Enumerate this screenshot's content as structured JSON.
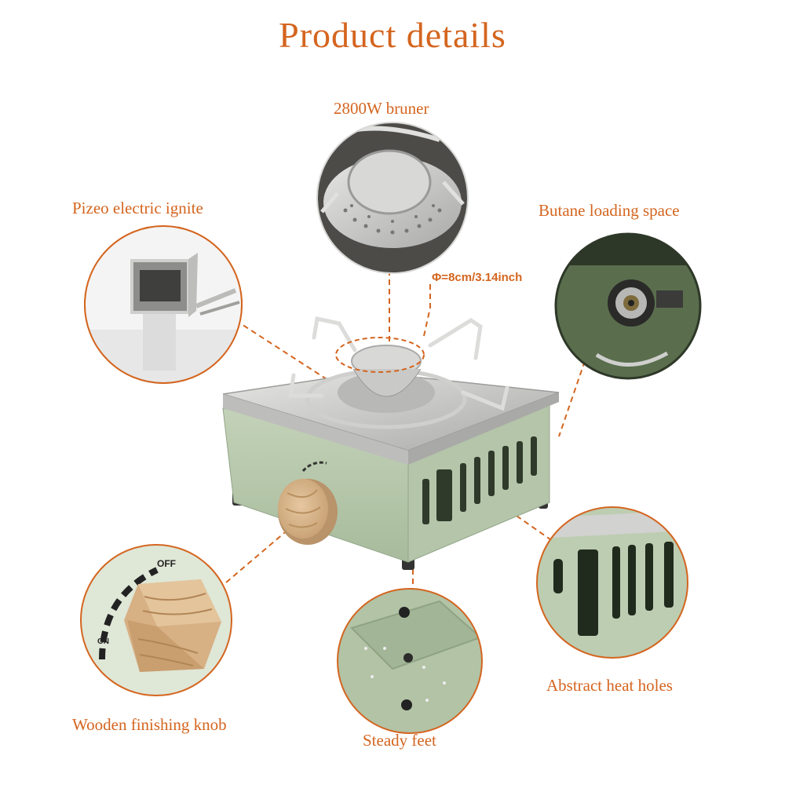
{
  "title": "Product  details",
  "labels": {
    "burner": "2800W bruner",
    "ignite": "Pizeo electric ignite",
    "butane": "Butane loading space",
    "dimension": "Φ=8cm/3.14inch",
    "heat_holes": "Abstract heat holes",
    "knob": "Wooden finishing knob",
    "feet": "Steady feet"
  },
  "knob_marks": {
    "off": "OFF",
    "on": "ON"
  },
  "colors": {
    "accent": "#d4651f",
    "stove_green": "#b7c9ac",
    "steel": "#c9c9c7",
    "wood": "#d8b48c"
  }
}
